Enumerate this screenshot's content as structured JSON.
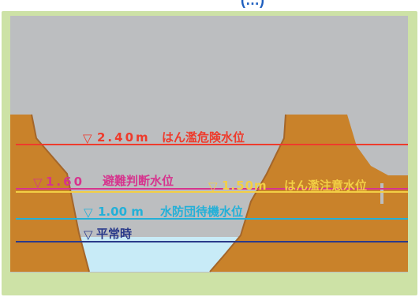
{
  "diagram": {
    "cropped_title": "(…)",
    "levels": [
      {
        "id": "flood-danger",
        "marker": "▽",
        "value": "2.40m",
        "label": "はん濫危険水位",
        "color": "#ee3b2c"
      },
      {
        "id": "evacuation",
        "marker": "▽",
        "value": "1.60",
        "label": "避難判断水位",
        "color": "#d6348e"
      },
      {
        "id": "flood-caution",
        "marker": "▽",
        "value": "1.50m",
        "label": "はん濫注意水位",
        "color": "#f3cf45"
      },
      {
        "id": "flood-standby",
        "marker": "▽",
        "value": "1.00 m",
        "label": "水防団待機水位",
        "color": "#23b0d8"
      },
      {
        "id": "normal",
        "marker": "▽",
        "value": "",
        "label": "平常時",
        "color": "#2a3a8a"
      }
    ],
    "colors": {
      "frame": "#cde2a6",
      "sky": "#bcbec0",
      "bank": "#c9822a",
      "bank_top": "#a4662a",
      "water": "#c8ebf7",
      "title": "#1f5fbf"
    }
  }
}
